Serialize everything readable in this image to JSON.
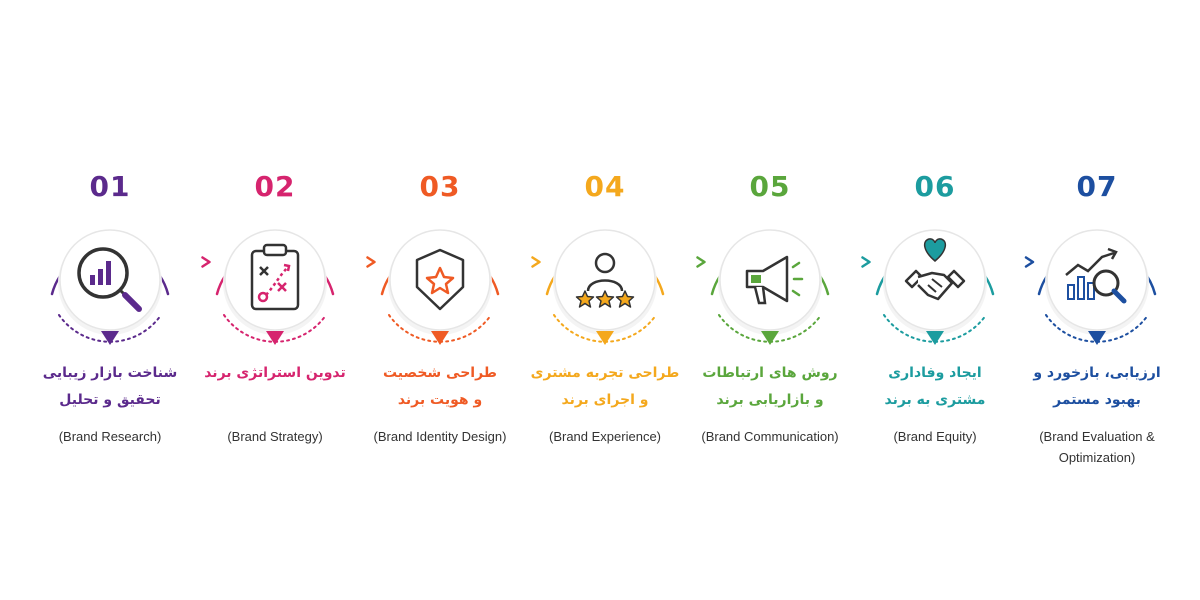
{
  "steps": [
    {
      "number": "01",
      "color": "#5b2a8c",
      "icon": "magnifier-chart-icon",
      "title_fa": [
        "شناخت بازار زیبایی",
        "تحقیق و تحلیل"
      ],
      "title_en": [
        "(Brand Research)"
      ]
    },
    {
      "number": "02",
      "color": "#d6246e",
      "icon": "strategy-clipboard-icon",
      "title_fa": [
        "تدوین استراتژی برند"
      ],
      "title_en": [
        "(Brand Strategy)"
      ]
    },
    {
      "number": "03",
      "color": "#ef5a24",
      "icon": "shield-star-icon",
      "title_fa": [
        "طراحی شخصیت",
        "و هویت برند"
      ],
      "title_en": [
        "(Brand Identity Design)"
      ]
    },
    {
      "number": "04",
      "color": "#f4a81d",
      "icon": "user-stars-icon",
      "title_fa": [
        "طراحی تجربه مشتری",
        "و اجرای برند"
      ],
      "title_en": [
        "(Brand Experience)"
      ]
    },
    {
      "number": "05",
      "color": "#5aa63c",
      "icon": "megaphone-icon",
      "title_fa": [
        "روش های ارتباطات",
        "و بازاریابی برند"
      ],
      "title_en": [
        "(Brand Communication)"
      ]
    },
    {
      "number": "06",
      "color": "#1c9c9f",
      "icon": "handshake-heart-icon",
      "title_fa": [
        "ایجاد وفاداری",
        "مشتری به برند"
      ],
      "title_en": [
        "(Brand Equity)"
      ]
    },
    {
      "number": "07",
      "color": "#1d4fa0",
      "icon": "growth-chart-magnifier-icon",
      "title_fa": [
        "ارزیابی، بازخورد و",
        "بهبود مستمر"
      ],
      "title_en": [
        "(Brand Evaluation &",
        "Optimization)"
      ]
    }
  ]
}
